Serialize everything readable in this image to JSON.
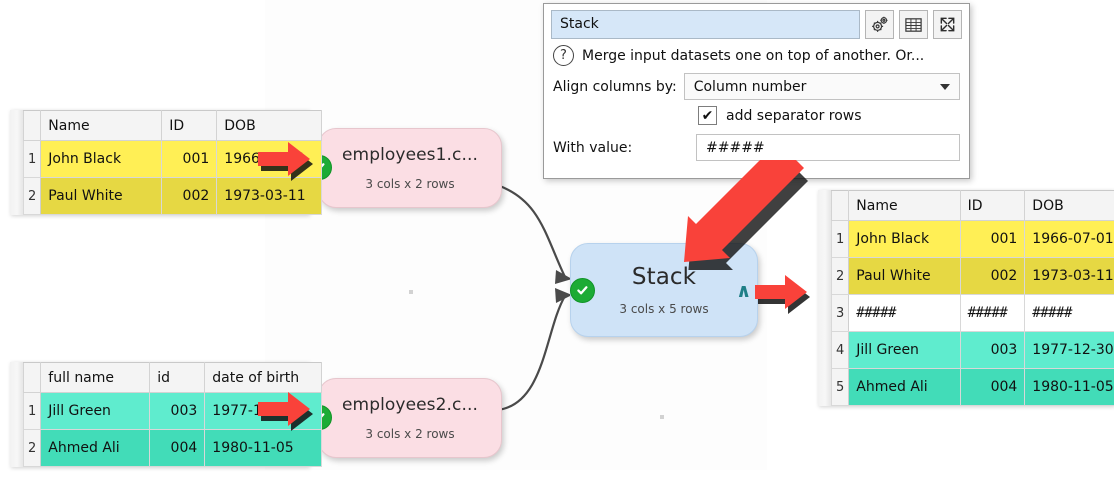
{
  "panel": {
    "title_value": "Stack",
    "buttons": [
      {
        "name": "settings-gears-button",
        "label": "Settings"
      },
      {
        "name": "table-view-button",
        "label": "Table view"
      },
      {
        "name": "expand-button",
        "label": "Expand"
      }
    ],
    "description": "Merge input datasets one on top of another. Or...",
    "help_glyph": "?",
    "align_label": "Align columns by:",
    "align_value": "Column number",
    "checkbox_label": "add separator rows",
    "checkbox_checked": true,
    "check_glyph": "✔",
    "with_value_label": "With value:",
    "with_value_value": "#####"
  },
  "canvas": {
    "nodes": [
      {
        "name": "node-employees1",
        "title": "employees1.c...",
        "sub": "3 cols x 2 rows",
        "color": "#fbdee4",
        "status": "ok"
      },
      {
        "name": "node-employees2",
        "title": "employees2.c...",
        "sub": "3 cols x 2 rows",
        "color": "#fbdee4",
        "status": "ok"
      },
      {
        "name": "node-stack",
        "title": "Stack",
        "sub": "3 cols x 5 rows",
        "color": "#cfe3f7",
        "status": "ok",
        "caret": "∧"
      }
    ]
  },
  "input_table_1": {
    "name": "employees1-input-table",
    "headers": [
      "Name",
      "ID",
      "DOB"
    ],
    "rows": [
      {
        "n": "1",
        "cells": [
          "John Black",
          "001",
          "1966-07-01"
        ],
        "fill": "#ffef55"
      },
      {
        "n": "2",
        "cells": [
          "Paul White",
          "002",
          "1973-03-11"
        ],
        "fill": "#e6d843"
      }
    ]
  },
  "input_table_2": {
    "name": "employees2-input-table",
    "headers": [
      "full name",
      "id",
      "date of birth"
    ],
    "rows": [
      {
        "n": "1",
        "cells": [
          "Jill Green",
          "003",
          "1977-12-30"
        ],
        "fill": "#5fecce"
      },
      {
        "n": "2",
        "cells": [
          "Ahmed Ali",
          "004",
          "1980-11-05"
        ],
        "fill": "#42dcb8"
      }
    ]
  },
  "output_table": {
    "name": "stack-output-table",
    "headers": [
      "Name",
      "ID",
      "DOB"
    ],
    "rows": [
      {
        "n": "1",
        "cells": [
          "John Black",
          "001",
          "1966-07-01"
        ],
        "fill": "#ffef55"
      },
      {
        "n": "2",
        "cells": [
          "Paul White",
          "002",
          "1973-03-11"
        ],
        "fill": "#e6d843"
      },
      {
        "n": "3",
        "cells": [
          "#####",
          "#####",
          "#####"
        ],
        "fill": "#ffffff",
        "separator": true
      },
      {
        "n": "4",
        "cells": [
          "Jill Green",
          "003",
          "1977-12-30"
        ],
        "fill": "#5fecce"
      },
      {
        "n": "5",
        "cells": [
          "Ahmed Ali",
          "004",
          "1980-11-05"
        ],
        "fill": "#42dcb8"
      }
    ]
  },
  "annotations": {
    "arrow_color": "#f9423a",
    "arrows": [
      {
        "name": "annotation-arrow-input1",
        "direction": "right"
      },
      {
        "name": "annotation-arrow-input2",
        "direction": "right"
      },
      {
        "name": "annotation-arrow-output",
        "direction": "right"
      },
      {
        "name": "annotation-arrow-separator-value",
        "direction": "down-left"
      }
    ]
  }
}
